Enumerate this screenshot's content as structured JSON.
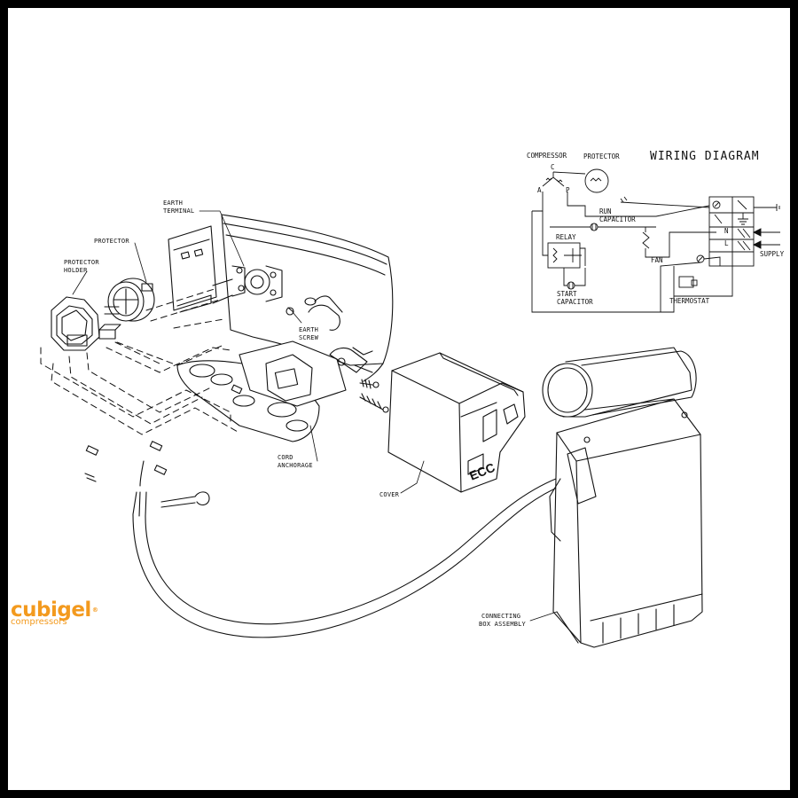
{
  "labels": {
    "earth_terminal_1": "EARTH",
    "earth_terminal_2": "TERMINAL",
    "protector": "PROTECTOR",
    "protector_holder_1": "PROTECTOR",
    "protector_holder_2": "HOLDER",
    "earth_screw_1": "EARTH",
    "earth_screw_2": "SCREW",
    "cord_anchorage_1": "CORD",
    "cord_anchorage_2": "ANCHORAGE",
    "cover": "COVER",
    "connecting_box_1": "CONNECTING",
    "connecting_box_2": "BOX ASSEMBLY"
  },
  "wiring": {
    "title": "WIRING DIAGRAM",
    "compressor": "COMPRESSOR",
    "protector": "PROTECTOR",
    "terminal_c": "C",
    "terminal_a": "A",
    "terminal_p": "P",
    "run_capacitor_1": "RUN",
    "run_capacitor_2": "CAPACITOR",
    "relay": "RELAY",
    "start_capacitor_1": "START",
    "start_capacitor_2": "CAPACITOR",
    "fan": "FAN",
    "thermostat": "THERMOSTAT",
    "supply": "SUPPLY",
    "terminal_n": "N",
    "terminal_l": "L"
  },
  "cover_mark": "ECC",
  "logo": {
    "name": "cubigel",
    "sub": "compressors",
    "reg": "®",
    "color_name": "#f39a1e",
    "color_sub": "#f39a1e"
  }
}
